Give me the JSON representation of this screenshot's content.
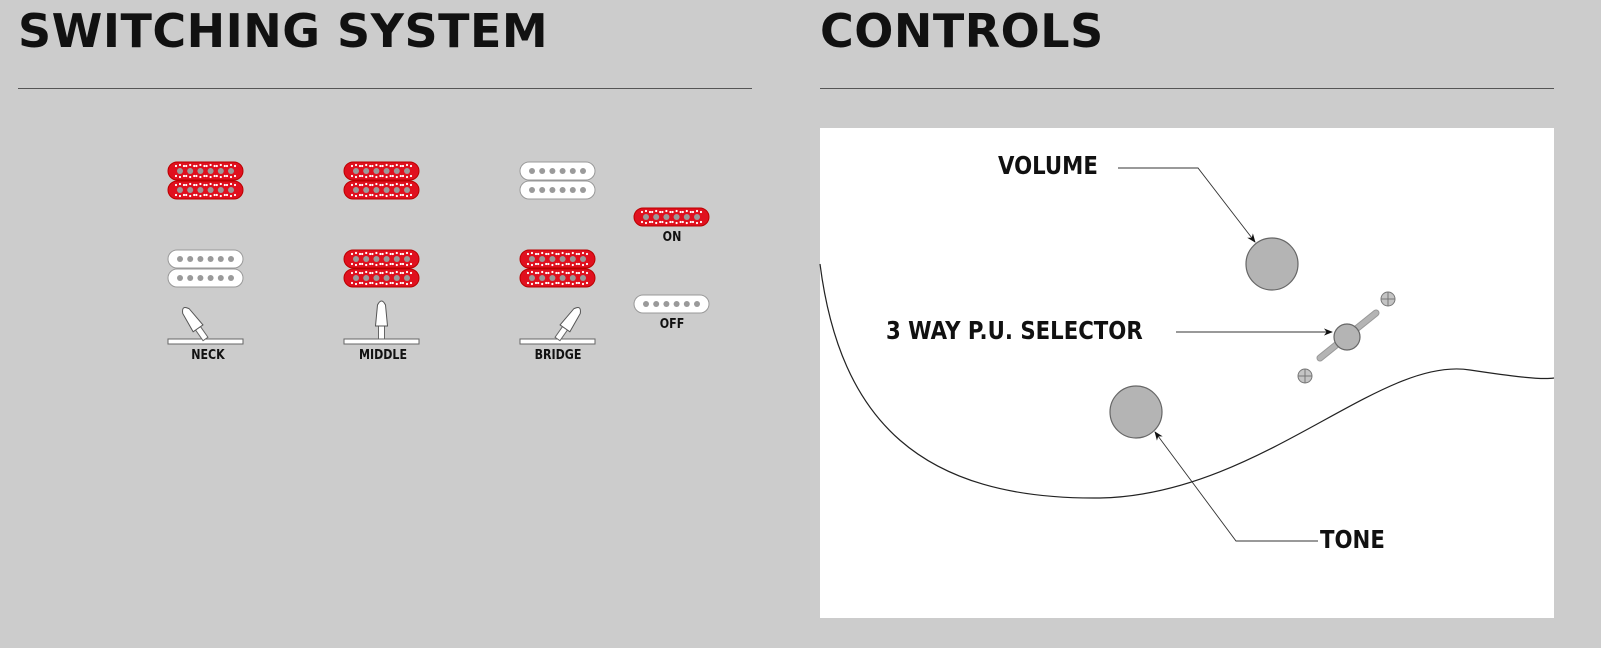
{
  "switching": {
    "title": "SWITCHING SYSTEM",
    "positions": [
      {
        "label": "NECK",
        "neck_pickup": "on",
        "bridge_pickup": "off",
        "lever": "left"
      },
      {
        "label": "MIDDLE",
        "neck_pickup": "on",
        "bridge_pickup": "on",
        "lever": "center"
      },
      {
        "label": "BRIDGE",
        "neck_pickup": "off",
        "bridge_pickup": "on",
        "lever": "right"
      }
    ],
    "legend": {
      "on_label": "ON",
      "off_label": "OFF"
    },
    "colors": {
      "on": "#e0101e",
      "off": "#ffffff",
      "pole": "#9a9a9a"
    }
  },
  "controls": {
    "title": "CONTROLS",
    "volume_label": "VOLUME",
    "selector_label": "3 WAY P.U. SELECTOR",
    "tone_label": "TONE"
  }
}
